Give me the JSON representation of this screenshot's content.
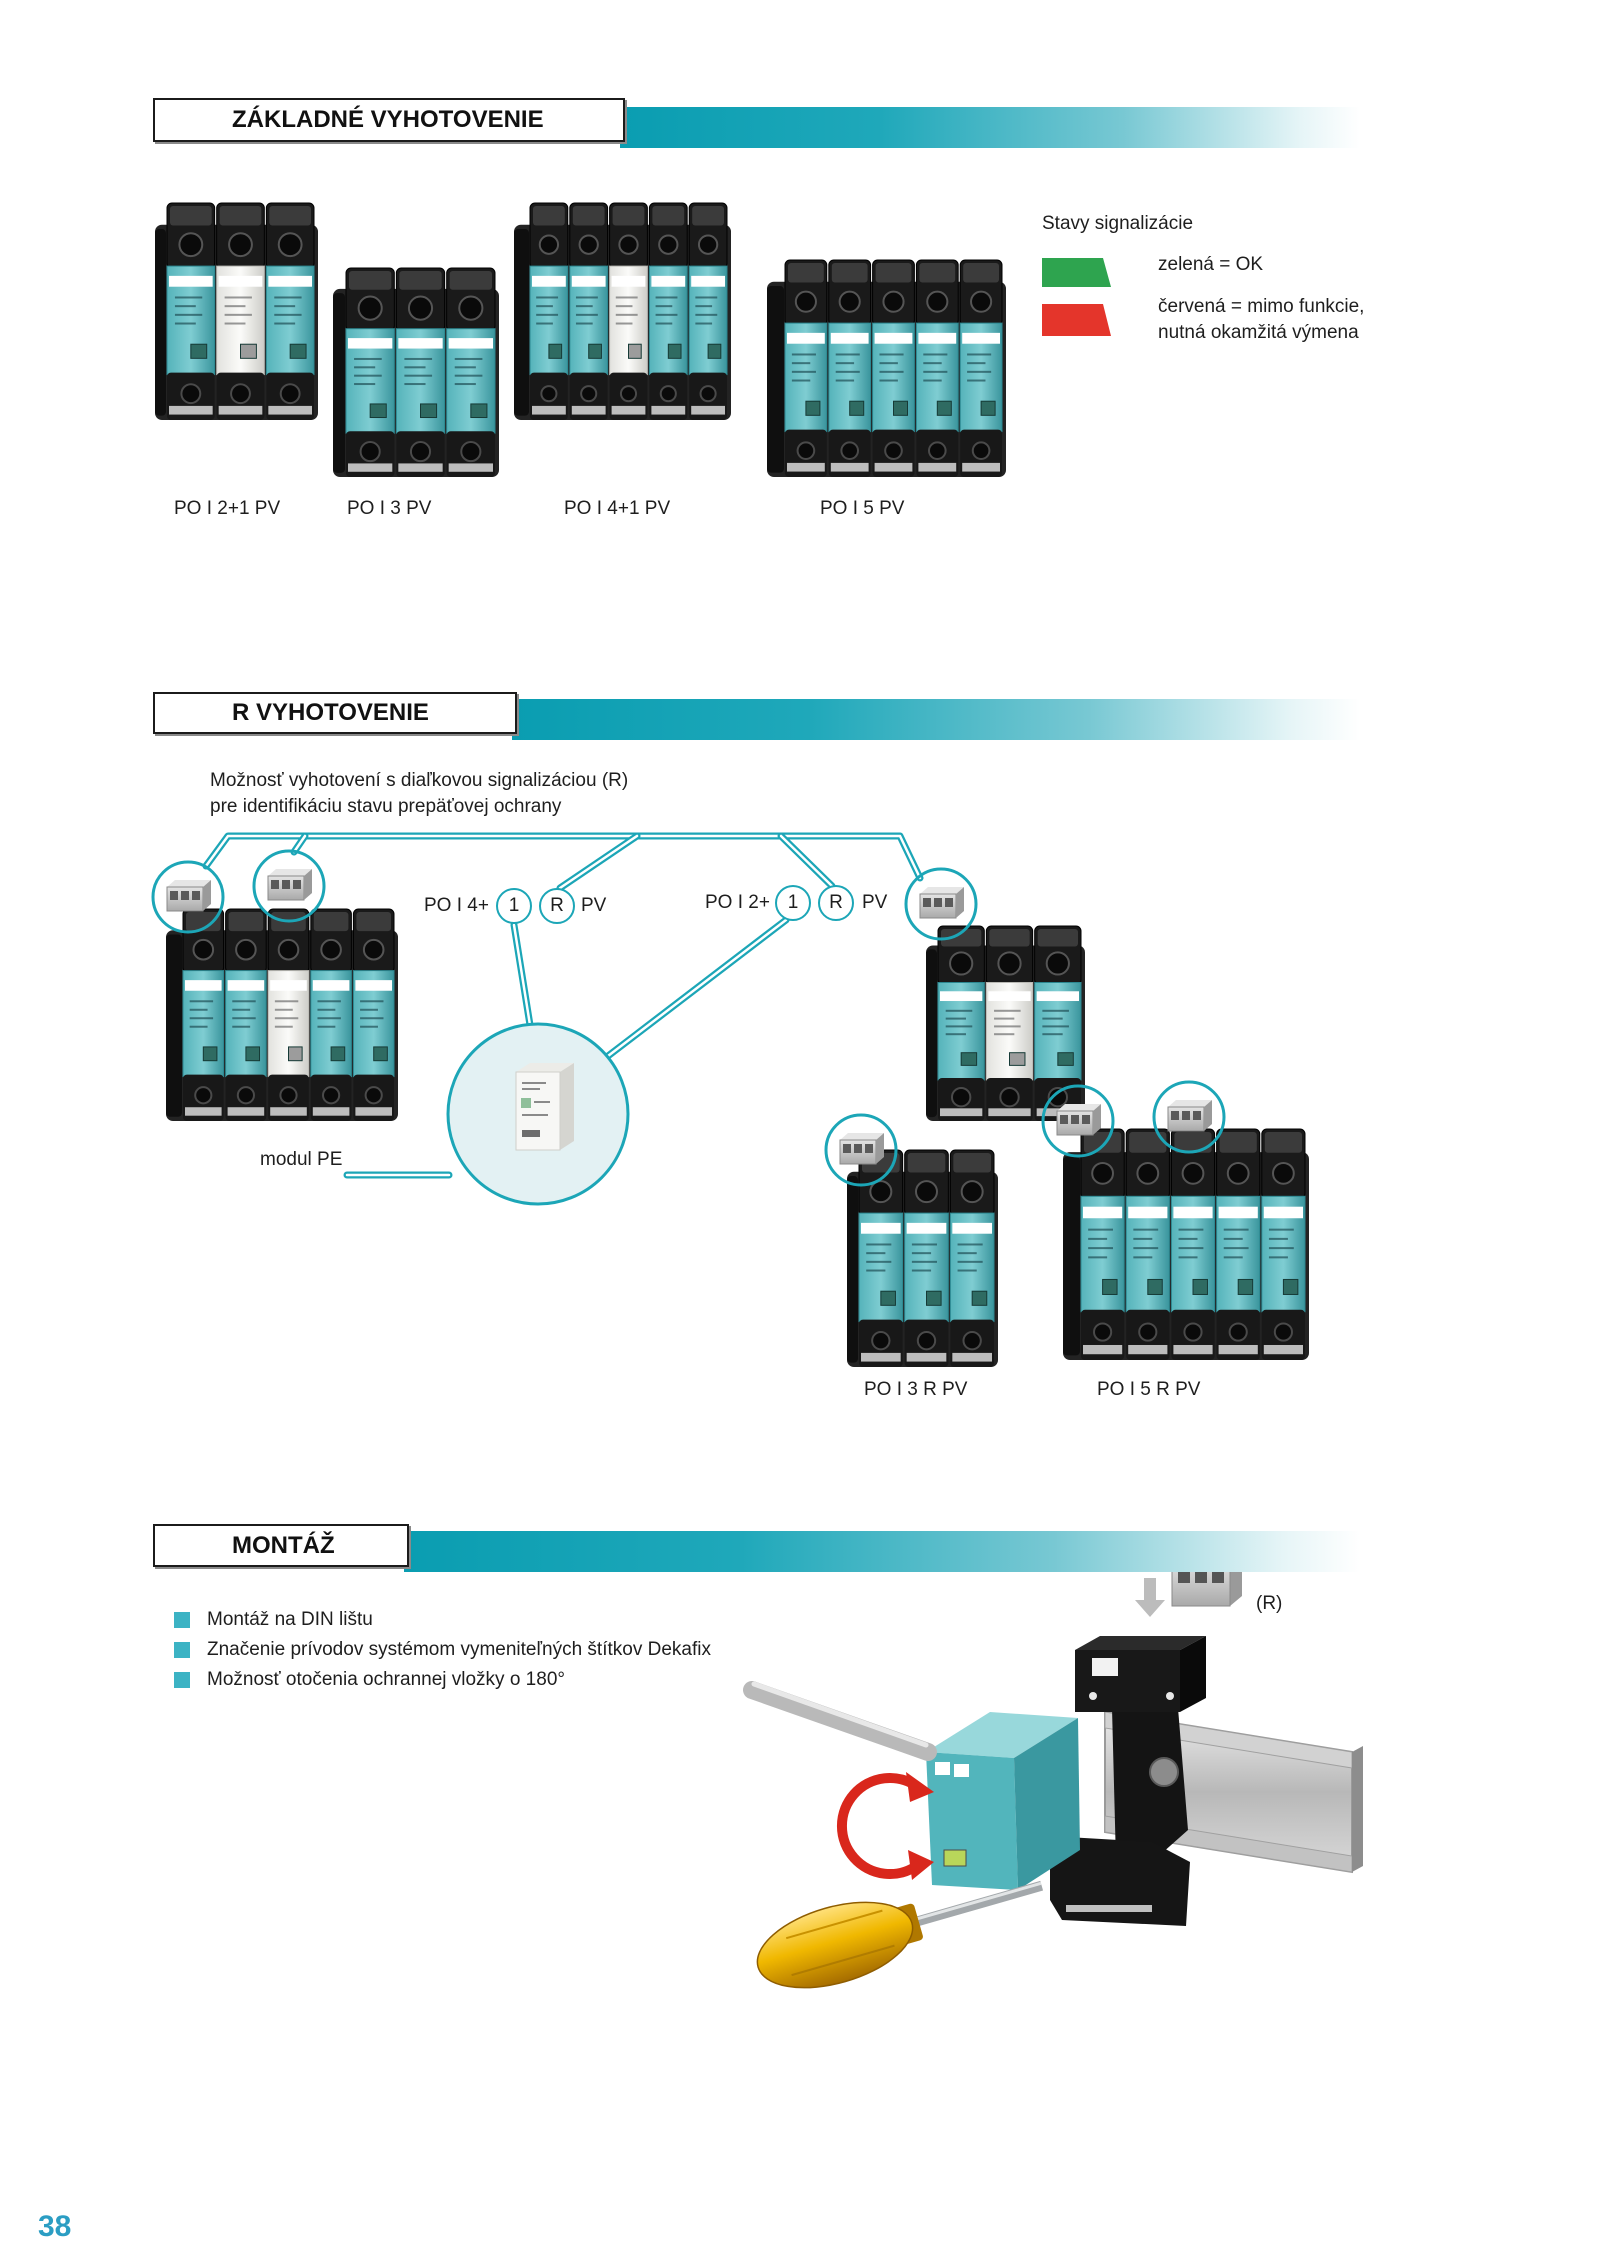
{
  "page_number": "38",
  "colors": {
    "accent_teal": "#1ca6b7",
    "status_green": "#2ea44f",
    "status_red": "#e4352b",
    "page_number": "#2b9dc3"
  },
  "basic": {
    "title": "ZÁKLADNÉ VYHOTOVENIE",
    "devices": [
      "PO I 2+1 PV",
      "PO I 3 PV",
      "PO I 4+1 PV",
      "PO I 5 PV"
    ],
    "legend": {
      "title": "Stavy signalizácie",
      "green": "zelená = OK",
      "red_line1": "červená = mimo funkcie,",
      "red_line2": "nutná okamžitá výmena"
    }
  },
  "r_version": {
    "title": "R VYHOTOVENIE",
    "intro_line1": "Možnosť vyhotovení s diaľkovou signalizáciou (R)",
    "intro_line2": "pre identifikáciu stavu prepäťovej ochrany",
    "label_a": {
      "prefix": "PO I 4+",
      "module": "1",
      "remote": "R",
      "suffix": "PV"
    },
    "label_b": {
      "prefix": "PO I 2+",
      "module": "1",
      "remote": "R",
      "suffix": "PV"
    },
    "module_pe": "modul PE",
    "devices": [
      "PO I 3 R PV",
      "PO I 5 R PV"
    ]
  },
  "mounting": {
    "title": "MONTÁŽ",
    "bullets": [
      "Montáž na DIN lištu",
      "Značenie prívodov systémom vymeniteľných štítkov Dekafix",
      "Možnosť otočenia ochrannej vložky o 180°"
    ],
    "remote_label": "(R)"
  }
}
